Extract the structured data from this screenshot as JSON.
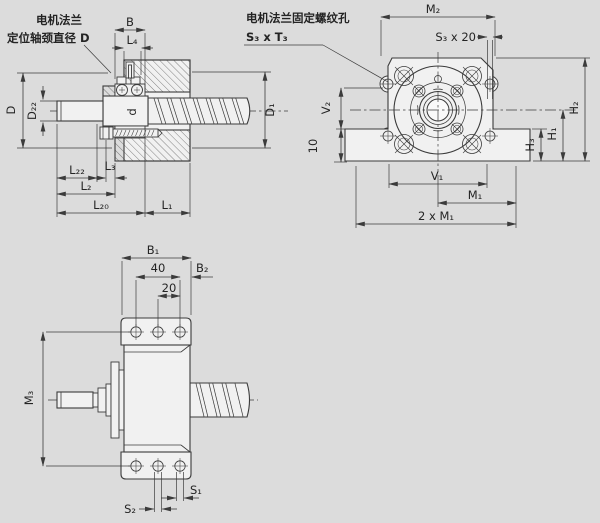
{
  "colors": {
    "background": "#dcdcdc",
    "line": "#3b3b3b",
    "face": "#f1f1f1"
  },
  "notes": {
    "flange_line1": "电机法兰",
    "flange_line2": "定位轴颈直径 D",
    "thread_line1": "电机法兰固定螺纹孔",
    "thread_line2": "S₃ x T₃"
  },
  "side_view": {
    "dims": {
      "b": "B",
      "l4": "L₄",
      "d": "D",
      "d22": "D₂₂",
      "shaft_d": "d",
      "d1": "D₁",
      "l22": "L₂₂",
      "l3": "L₃",
      "l2": "L₂",
      "l20": "L₂₀",
      "l1": "L₁"
    }
  },
  "front_view": {
    "dims": {
      "m2": "M₂",
      "s3x20": "S₃ x 20",
      "v2": "V₂",
      "offset10": "10",
      "h2": "H₂",
      "h1": "H₁",
      "h3": "H₃",
      "v1": "V₁",
      "m1": "M₁",
      "two_m1": "2 x M₁"
    }
  },
  "top_view": {
    "dims": {
      "b1": "B₁",
      "forty": "40",
      "b2": "B₂",
      "twenty": "20",
      "m3": "M₃",
      "s1": "S₁",
      "s2": "S₂"
    }
  }
}
